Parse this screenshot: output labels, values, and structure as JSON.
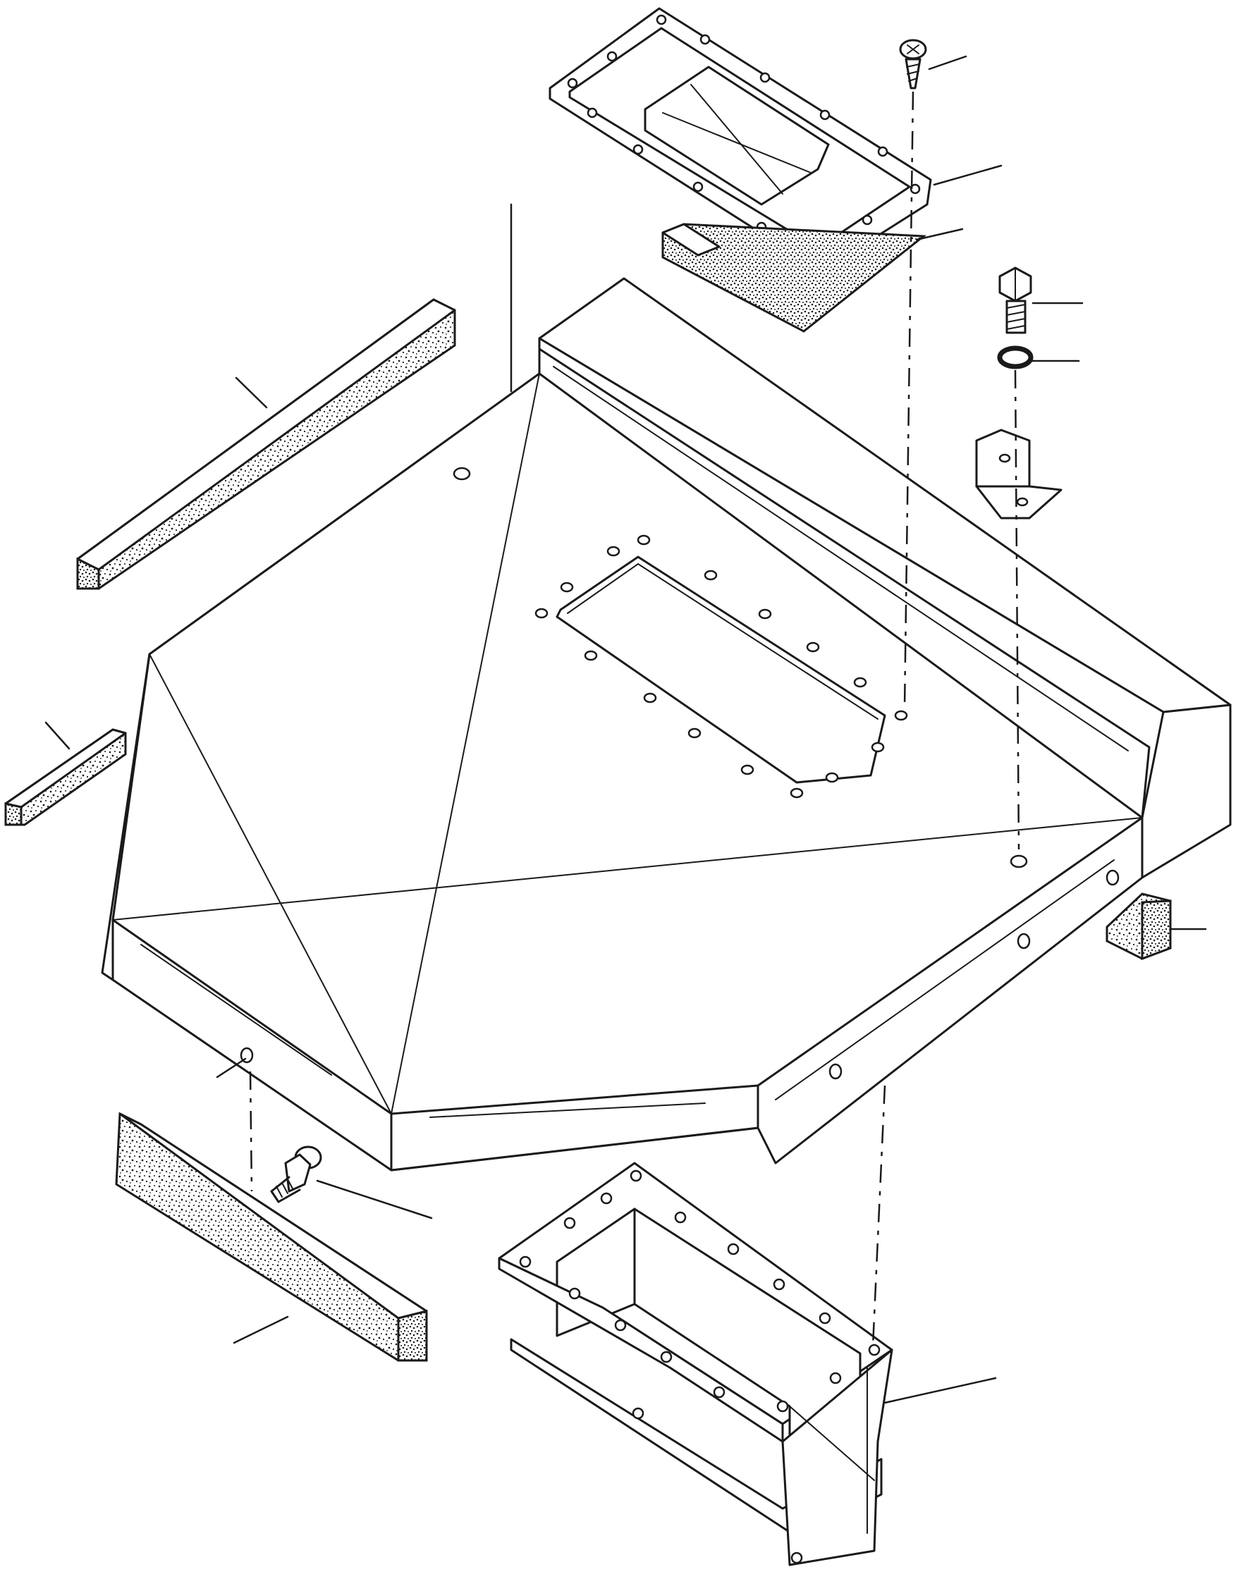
{
  "diagram": {
    "kind": "exploded-parts-view",
    "colors": {
      "line": "#1a1a1a",
      "paper": "#ffffff",
      "foam_fill": "#ffffff"
    },
    "parts": [
      {
        "id": "hood-panel",
        "icon": "hood-panel-icon"
      },
      {
        "id": "access-cover",
        "icon": "access-cover-icon"
      },
      {
        "id": "cover-gasket",
        "icon": "foam-gasket-icon"
      },
      {
        "id": "cover-screw",
        "icon": "screw-icon"
      },
      {
        "id": "hex-bolt-top",
        "icon": "hex-bolt-icon"
      },
      {
        "id": "lock-washer",
        "icon": "washer-icon"
      },
      {
        "id": "angle-bracket",
        "icon": "angle-bracket-icon"
      },
      {
        "id": "foam-strip-upper-left",
        "icon": "foam-strip-icon"
      },
      {
        "id": "foam-block-left",
        "icon": "foam-strip-icon"
      },
      {
        "id": "foam-block-right",
        "icon": "foam-strip-icon"
      },
      {
        "id": "foam-strip-lower-left",
        "icon": "foam-strip-icon"
      },
      {
        "id": "flange-bolt",
        "icon": "flange-bolt-icon"
      },
      {
        "id": "duct-adapter",
        "icon": "duct-icon"
      }
    ]
  }
}
